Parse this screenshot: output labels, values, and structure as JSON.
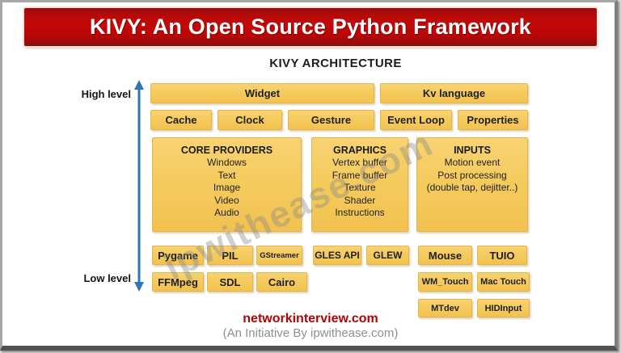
{
  "banner": {
    "title": "KIVY: An Open Source Python Framework"
  },
  "architecture_title": "KIVY ARCHITECTURE",
  "levels": {
    "high": "High level",
    "low": "Low level"
  },
  "top_row": {
    "widget": "Widget",
    "kv_language": "Kv language"
  },
  "module_row": {
    "cache": "Cache",
    "clock": "Clock",
    "gesture": "Gesture",
    "event_loop": "Event Loop",
    "properties": "Properties"
  },
  "providers": {
    "core": {
      "title": "CORE PROVIDERS",
      "items": [
        "Windows",
        "Text",
        "Image",
        "Video",
        "Audio"
      ]
    },
    "graphics": {
      "title": "GRAPHICS",
      "items": [
        "Vertex buffer",
        "Frame buffer",
        "Texture",
        "Shader",
        "Instructions"
      ]
    },
    "inputs": {
      "title": "INPUTS",
      "items": [
        "Motion event",
        "Post processing",
        "(double tap, dejitter..)"
      ]
    }
  },
  "low_level": {
    "core_backends": {
      "row1": [
        "Pygame",
        "PIL",
        "GStreamer"
      ],
      "row2": [
        "FFMpeg",
        "SDL",
        "Cairo"
      ]
    },
    "graphics_backends": [
      "GLES API",
      "GLEW"
    ],
    "input_backends": {
      "row1": [
        "Mouse",
        "TUIO"
      ],
      "row2": [
        "WM_Touch",
        "Mac Touch"
      ],
      "row3": [
        "MTdev",
        "HIDInput"
      ]
    }
  },
  "watermark": "ipwithease.com",
  "footer": {
    "site": "networkinterview.com",
    "note": "(An Initiative By ipwithease.com)"
  },
  "colors": {
    "banner_red": "#c40909",
    "banner_border": "#8e1212",
    "box_fill": "#f5cb5e",
    "box_border": "#e3b54b",
    "arrow_blue": "#2e75b6",
    "footer_site_red": "#ad0404",
    "footer_note_gray": "#8f8f8f",
    "watermark_gray": "#8a8a8a"
  }
}
